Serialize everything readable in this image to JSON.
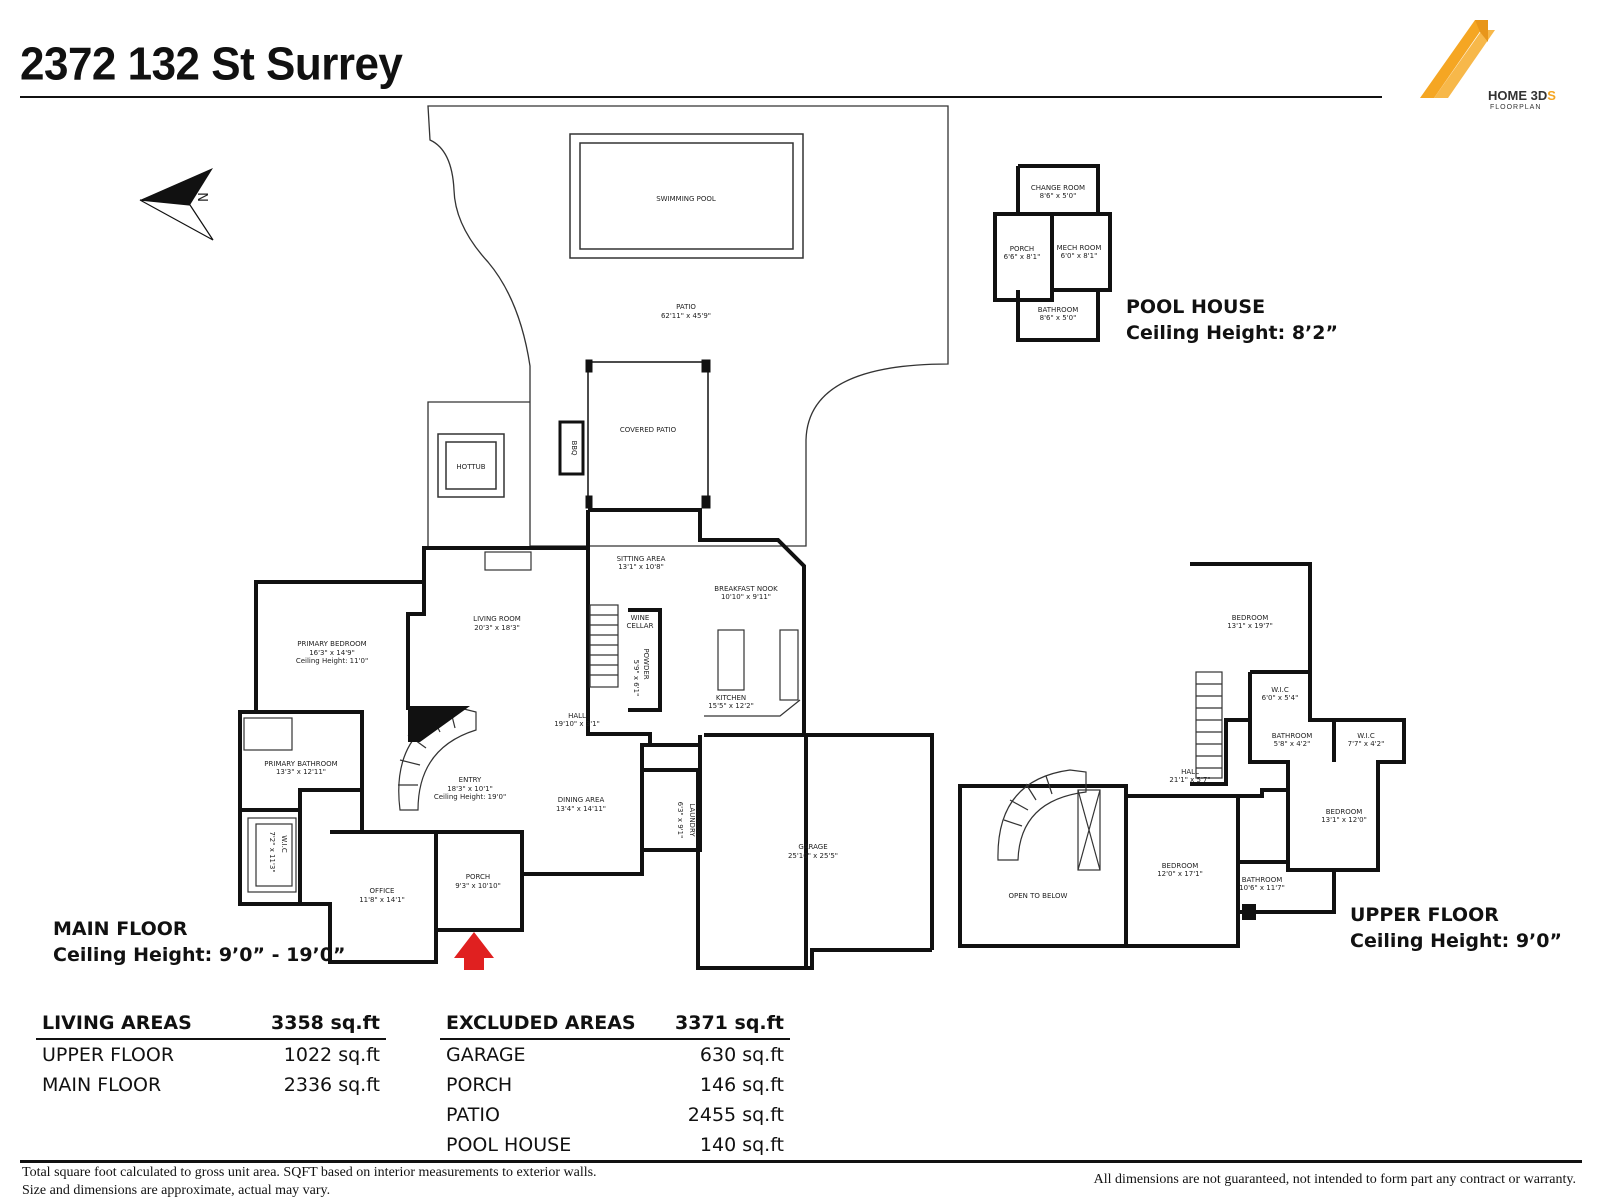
{
  "title": "2372 132 St Surrey",
  "logo": {
    "brand": "HOME 3D",
    "brand_accent": "S",
    "sub": "FLOORPLAN",
    "accent_color": "#f5a623",
    "icon": "roof-logo-icon"
  },
  "compass": {
    "label": "N",
    "icon": "north-arrow-icon"
  },
  "entry_marker": {
    "icon": "entry-arrow-icon",
    "color": "#e02020"
  },
  "outdoor": {
    "pool": "SWIMMING POOL",
    "patio": {
      "name": "PATIO",
      "dim": "62'11\" x 45'9\""
    },
    "covered_patio": "COVERED PATIO",
    "hottub": "HOTTUB",
    "bbq": "BBQ"
  },
  "main_floor_rooms": {
    "sitting": {
      "name": "SITTING AREA",
      "dim": "13'1\" x 10'8\""
    },
    "nook": {
      "name": "BREAKFAST NOOK",
      "dim": "10'10\" x 9'11\""
    },
    "living": {
      "name": "LIVING ROOM",
      "dim": "20'3\" x 18'3\""
    },
    "wine": {
      "name": "WINE",
      "name2": "CELLAR"
    },
    "powder": {
      "name": "POWDER",
      "dim": "5'9\" x 6'1\""
    },
    "primary_bed": {
      "name": "PRIMARY BEDROOM",
      "dim": "16'3\" x 14'9\"",
      "ceiling": "Ceiling Height: 11'0\""
    },
    "kitchen": {
      "name": "KITCHEN",
      "dim": "15'5\" x 12'2\""
    },
    "hall": {
      "name": "HALL",
      "dim": "19'10\" x 3'1\""
    },
    "primary_bath": {
      "name": "PRIMARY BATHROOM",
      "dim": "13'3\" x 12'11\""
    },
    "entry": {
      "name": "ENTRY",
      "dim": "18'3\" x 10'1\"",
      "ceiling": "Ceiling Height: 19'0\""
    },
    "dining": {
      "name": "DINING AREA",
      "dim": "13'4\" x 14'11\""
    },
    "laundry": {
      "name": "LAUNDRY",
      "dim": "6'3\" x 9'1\""
    },
    "wic": {
      "name": "W.I.C",
      "dim": "7'2\" x 11'3\""
    },
    "garage": {
      "name": "GARAGE",
      "dim": "25'10\" x 25'5\""
    },
    "porch": {
      "name": "PORCH",
      "dim": "9'3\" x 10'10\""
    },
    "office": {
      "name": "OFFICE",
      "dim": "11'8\" x 14'1\""
    }
  },
  "pool_house_rooms": {
    "change": {
      "name": "CHANGE ROOM",
      "dim": "8'6\" x 5'0\""
    },
    "porch": {
      "name": "PORCH",
      "dim": "6'6\" x 8'1\""
    },
    "mech": {
      "name": "MECH ROOM",
      "dim": "6'0\" x 8'1\""
    },
    "bath": {
      "name": "BATHROOM",
      "dim": "8'6\" x 5'0\""
    }
  },
  "upper_floor_rooms": {
    "bed1": {
      "name": "BEDROOM",
      "dim": "13'1\" x 19'7\""
    },
    "wic1": {
      "name": "W.I.C",
      "dim": "6'0\" x 5'4\""
    },
    "bath1": {
      "name": "BATHROOM",
      "dim": "5'8\" x 4'2\""
    },
    "wic2": {
      "name": "W.I.C",
      "dim": "7'7\" x 4'2\""
    },
    "hall": {
      "name": "HALL",
      "dim": "21'1\" x 5'7\""
    },
    "bed2": {
      "name": "BEDROOM",
      "dim": "13'1\" x 12'0\""
    },
    "bed3": {
      "name": "BEDROOM",
      "dim": "12'0\" x 17'1\""
    },
    "open": {
      "name": "OPEN TO BELOW"
    },
    "bath2": {
      "name": "BATHROOM",
      "dim": "10'6\" x 11'7\""
    }
  },
  "floor_labels": {
    "pool_house": {
      "name": "POOL HOUSE",
      "ceiling": "Ceiling Height: 8’2”"
    },
    "main": {
      "name": "MAIN FLOOR",
      "ceiling": "Ceiling Height: 9’0” - 19’0”"
    },
    "upper": {
      "name": "UPPER FLOOR",
      "ceiling": "Ceiling Height: 9’0”"
    }
  },
  "living_areas": {
    "header": "LIVING AREAS",
    "total": "3358 sq.ft",
    "rows": [
      {
        "label": "UPPER FLOOR",
        "value": "1022 sq.ft"
      },
      {
        "label": "MAIN FLOOR",
        "value": "2336 sq.ft"
      }
    ]
  },
  "excluded_areas": {
    "header": "EXCLUDED AREAS",
    "total": "3371 sq.ft",
    "rows": [
      {
        "label": "GARAGE",
        "value": "630 sq.ft"
      },
      {
        "label": "PORCH",
        "value": "146 sq.ft"
      },
      {
        "label": "PATIO",
        "value": "2455 sq.ft"
      },
      {
        "label": "POOL HOUSE",
        "value": "140 sq.ft"
      }
    ]
  },
  "footer": {
    "line1": "Total square foot calculated to gross unit area. SQFT based on interior measurements to exterior walls.",
    "line2": "Size and dimensions are approximate, actual may vary.",
    "warranty": "All dimensions are not guaranteed, not intended to form part any contract or warranty."
  }
}
